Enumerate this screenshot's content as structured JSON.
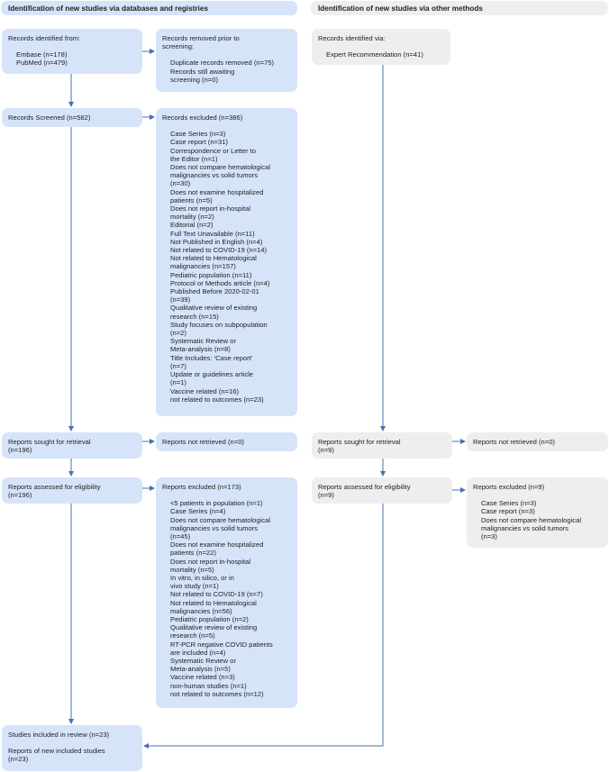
{
  "headers": {
    "left": "Identification of new studies via databases and registries",
    "right": "Identification of new studies via other methods"
  },
  "colors": {
    "left_boxes": "#d6e4fa",
    "right_boxes": "#eeeeee",
    "arrows": "#4a6fae"
  },
  "identified": {
    "title": "Records identified from:",
    "items": [
      "Embase (n=178)",
      "PubMed (n=479)"
    ]
  },
  "removed": {
    "title": "Records removed prior to\nscreening:",
    "items": [
      "Duplicate records removed (n=75)",
      "Records still awaiting\nscreening (n=0)"
    ]
  },
  "screened": {
    "title": "Records Screened (n=582)"
  },
  "excluded_records": {
    "title": "Records excluded (n=386)",
    "items": [
      "Case Series (n=3)",
      "Case report (n=31)",
      "Correspondence or Letter to\nthe Editor (n=1)",
      "Does not compare hematological\nmalignancies vs solid tumors\n(n=30)",
      "Does not examine hospitalized\npatients (n=5)",
      "Does not report in-hospital\nmortality (n=2)",
      "Editorial (n=2)",
      "Full Text Unavailable (n=11)",
      "Not Published in English (n=4)",
      "Not related to COVID-19 (n=14)",
      "Not related to Hematological\nmalignancies (n=157)",
      "Pediatric population (n=11)",
      "Protocol or Methods article (n=4)",
      "Published Before 2020-02-01\n(n=39)",
      "Qualitative review of existing\nresearch (n=15)",
      "Study focuses on subpopulation\n(n=2)",
      "Systematic Review or\nMeta-analysis (n=8)",
      "Title Includes: 'Case report'\n(n=7)",
      "Update or guidelines article\n(n=1)",
      "Vaccine related (n=16)",
      "not related to outcomes (n=23)"
    ]
  },
  "sought": {
    "title": "Reports sought for retrieval\n(n=196)"
  },
  "not_retrieved": {
    "title": "Reports not retrieved (n=0)"
  },
  "assessed": {
    "title": "Reports assessed for eligibility\n(n=196)"
  },
  "excluded_reports": {
    "title": "Reports excluded (n=173)",
    "items": [
      "<5 patients in population (n=1)",
      "Case Series (n=4)",
      "Does not compare hematological\nmalignancies vs solid tumors\n(n=45)",
      "Does not examine hospitalized\npatients (n=22)",
      "Does not report in-hospital\nmortality (n=5)",
      "In vitro, in silico, or in\nvivo study (n=1)",
      "Not related to COVID-19 (n=7)",
      "Not related to Hematological\nmalignancies (n=56)",
      "Pediatric population (n=2)",
      "Qualitative review of existing\nresearch (n=5)",
      "RT-PCR negative COVID patients\nare included (n=4)",
      "Systematic Review or\nMeta-analysis (n=5)",
      "Vaccine related (n=3)",
      "non-human studies (n=1)",
      "not related to outcomes (n=12)"
    ]
  },
  "included": {
    "title": "Studies included in review (n=23)",
    "subtitle": "Reports of new included studies\n(n=23)"
  },
  "other_identified": {
    "title": "Records identified via:",
    "items": [
      "Expert Recommendation (n=41)"
    ]
  },
  "other_sought": {
    "title": "Reports sought for retrieval\n(n=9)"
  },
  "other_not_retrieved": {
    "title": "Reports not retrieved (n=0)"
  },
  "other_assessed": {
    "title": "Reports assessed for eligibility\n(n=9)"
  },
  "other_excluded": {
    "title": "Reports excluded (n=9)",
    "items": [
      "Case Series (n=3)",
      "Case report (n=3)",
      "Does not compare hematological\nmalignancies vs solid tumors\n(n=3)"
    ]
  }
}
